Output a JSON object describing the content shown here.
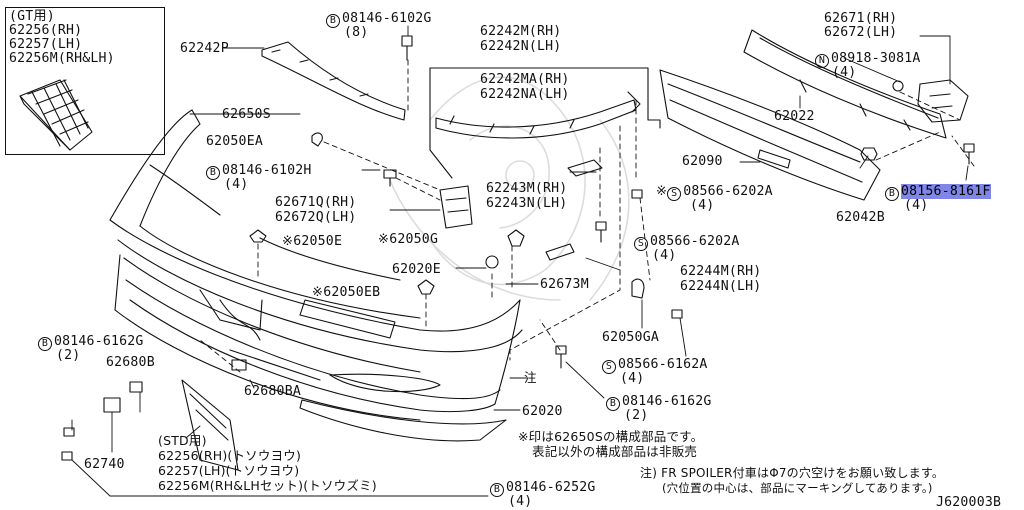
{
  "gt_inset": {
    "title": "(GT用)",
    "p1": "62256(RH)",
    "p2": "62257(LH)",
    "p3": "62256M(RH&LH)"
  },
  "labels": {
    "bolt_top": "08146-6102G",
    "bolt_top_qty": "(8)",
    "p62242m": "62242M(RH)",
    "p62242n": "62242N(LH)",
    "p62671": "62671(RH)",
    "p62672": "62672(LH)",
    "p62242p": "62242P",
    "nut_08918": "08918-3081A",
    "nut_08918_qty": "(4)",
    "p62242ma": "62242MA(RH)",
    "p62242na": "62242NA(LH)",
    "p62022": "62022",
    "p62650s": "62650S",
    "p62050ea": "62050EA",
    "bolt_mid": "08146-6102H",
    "bolt_mid_qty": "(4)",
    "p62090": "62090",
    "p62243m": "62243M(RH)",
    "p62243n": "62243N(LH)",
    "sc_08566_202a_1": "08566-6202A",
    "sc_08566_202a_1_qty": "(4)",
    "bolt_08156": "08156-8161F",
    "bolt_08156_qty": "(4)",
    "p62042b": "62042B",
    "p62671q": "62671Q(RH)",
    "p62672q": "62672Q(LH)",
    "p62050e": "62050E",
    "p62050g": "62050G",
    "sc_08566_202a_2": "08566-6202A",
    "sc_08566_202a_2_qty": "(4)",
    "p62020e": "62020E",
    "p62244m": "62244M(RH)",
    "p62244n": "62244N(LH)",
    "p62050eb": "62050EB",
    "p62673m": "62673M",
    "bolt_6162g_l": "08146-6162G",
    "bolt_6162g_l_qty": "(2)",
    "p62050ga": "62050GA",
    "p62680b": "62680B",
    "sc_08566_6162a": "08566-6162A",
    "sc_08566_6162a_qty": "(4)",
    "p62680ba": "62680BA",
    "note_mark": "注",
    "bolt_6162g_r": "08146-6162G",
    "bolt_6162g_r_qty": "(2)",
    "p62020": "62020",
    "p62740": "62740",
    "std_title": "(STD用)",
    "std1": "62256(RH)(トソウヨウ)",
    "std2": "62257(LH)(トソウヨウ)",
    "std3": "62256M(RH&LHセット)(トソウズミ)",
    "bolt_6252g": "08146-6252G",
    "bolt_6252g_qty": "(4)",
    "note_kome1": "※印は62650Sの構成部品です。",
    "note_kome2": "表記以外の構成部品は非販売",
    "note_main1": "注) FR SPOILER付車はΦ7の穴空けをお願い致します。",
    "note_main2": "(穴位置の中心は、部品にマーキングしてあります。)",
    "diagram_code": "J620003B"
  },
  "circle_marks": {
    "B": "B",
    "N": "N",
    "S": "S",
    "star": "※"
  },
  "colors": {
    "line": "#111111",
    "highlight": "#7f86e8",
    "background": "#ffffff"
  }
}
